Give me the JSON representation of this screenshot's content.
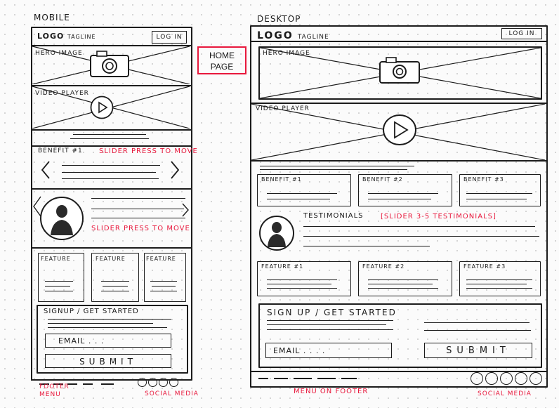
{
  "titles": {
    "mobile": "MOBILE",
    "desktop": "DESKTOP"
  },
  "home_page": {
    "line1": "HOME",
    "line2": "PAGE"
  },
  "mobile": {
    "logo": "LOGO",
    "tagline": "TAGLINE",
    "login": "LOG IN",
    "hero": "HERO IMAGE",
    "video": "VIDEO PLAYER",
    "benefit": "BENEFIT #1",
    "slider_note": "SLIDER PRESS TO MOVE",
    "slider_note2": "SLIDER PRESS TO MOVE",
    "features": [
      "FEATURE",
      "FEATURE",
      "FEATURE"
    ],
    "signup": "SIGNUP / GET STARTED",
    "email": "EMAIL . . .",
    "submit": "SUBMIT",
    "footer_menu_1": "FOOTER",
    "footer_menu_2": "MENU",
    "social": "SOCIAL MEDIA"
  },
  "desktop": {
    "logo": "LOGO",
    "tagline": "TAGLINE",
    "login": "LOG IN",
    "hero": "HERO IMAGE",
    "video": "VIDEO PLAYER",
    "benefits": [
      "BENEFIT #1",
      "BENEFIT #2",
      "BENEFIT #3"
    ],
    "testimonials": "TESTIMONIALS",
    "testimonials_note": "[SLIDER 3-5 TESTIMONIALS]",
    "features": [
      "FEATURE #1",
      "FEATURE #2",
      "FEATURE #3"
    ],
    "signup": "SIGN UP / GET STARTED",
    "email": "EMAIL . . . .",
    "submit": "SUBMIT",
    "menu_footer": "MENU ON FOOTER",
    "social": "SOCIAL MEDIA"
  },
  "colors": {
    "ink": "#1c1c1c",
    "annotation": "#e8183c"
  }
}
